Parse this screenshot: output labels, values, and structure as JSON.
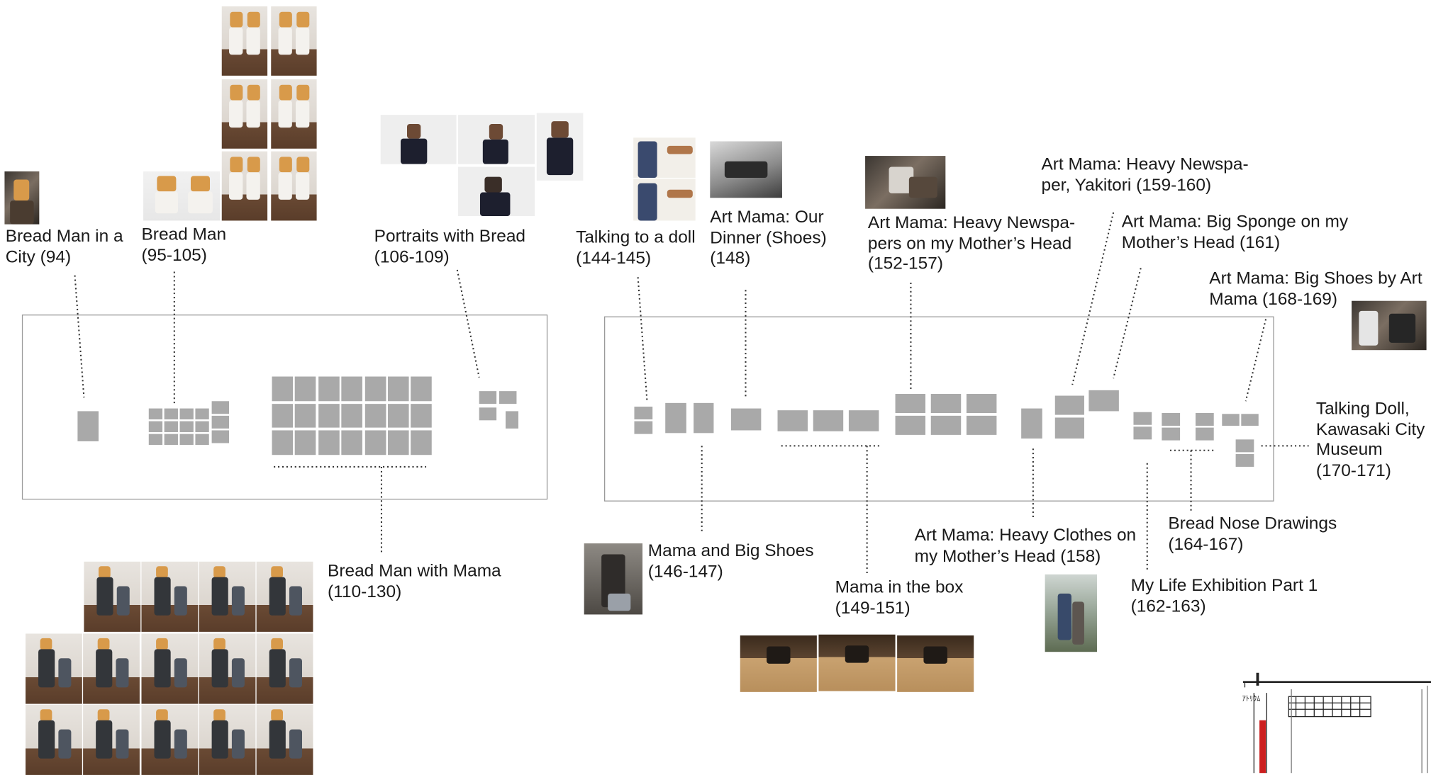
{
  "labels": {
    "bread_man_city": [
      "Bread Man in a",
      "City (94)"
    ],
    "bread_man": [
      "Bread Man",
      "(95-105)"
    ],
    "portraits": [
      "Portraits with Bread",
      "(106-109)"
    ],
    "talking_doll": [
      "Talking to a doll",
      "(144-145)"
    ],
    "our_dinner": [
      "Art Mama: Our",
      "Dinner (Shoes)",
      "(148)"
    ],
    "heavy_newspapers": [
      "Art Mama: Heavy Newspa-",
      "pers on my Mother’s Head",
      "(152-157)"
    ],
    "heavy_newspaper_yakitori": [
      "Art Mama: Heavy Newspa-",
      "per, Yakitori (159-160)"
    ],
    "big_sponge": [
      "Art Mama: Big Sponge on my",
      "Mother’s Head (161)"
    ],
    "big_shoes": [
      "Art Mama: Big Shoes by Art",
      "Mama (168-169)"
    ],
    "talking_doll_kawasaki": [
      "Talking Doll,",
      "Kawasaki City",
      "Museum",
      "(170-171)"
    ],
    "bread_nose": [
      "Bread Nose Drawings",
      "(164-167)"
    ],
    "my_life": [
      "My Life Exhibition Part 1",
      "(162-163)"
    ],
    "heavy_clothes": [
      "Art Mama: Heavy Clothes on",
      "my Mother’s Head (158)"
    ],
    "mama_box": [
      "Mama in the box",
      "(149-151)"
    ],
    "mama_big_shoes": [
      "Mama and Big Shoes",
      "(146-147)"
    ],
    "bread_man_mama": [
      "Bread Man with Mama",
      "(110-130)"
    ]
  },
  "floor_plan": {
    "plan_label": "ｱﾄﾘｳﾑ"
  },
  "colors": {
    "wall_outline": "#9a9a9a",
    "frame": "#a9a9a9",
    "leader": "#333333",
    "plan_red": "#cc1f1f"
  }
}
